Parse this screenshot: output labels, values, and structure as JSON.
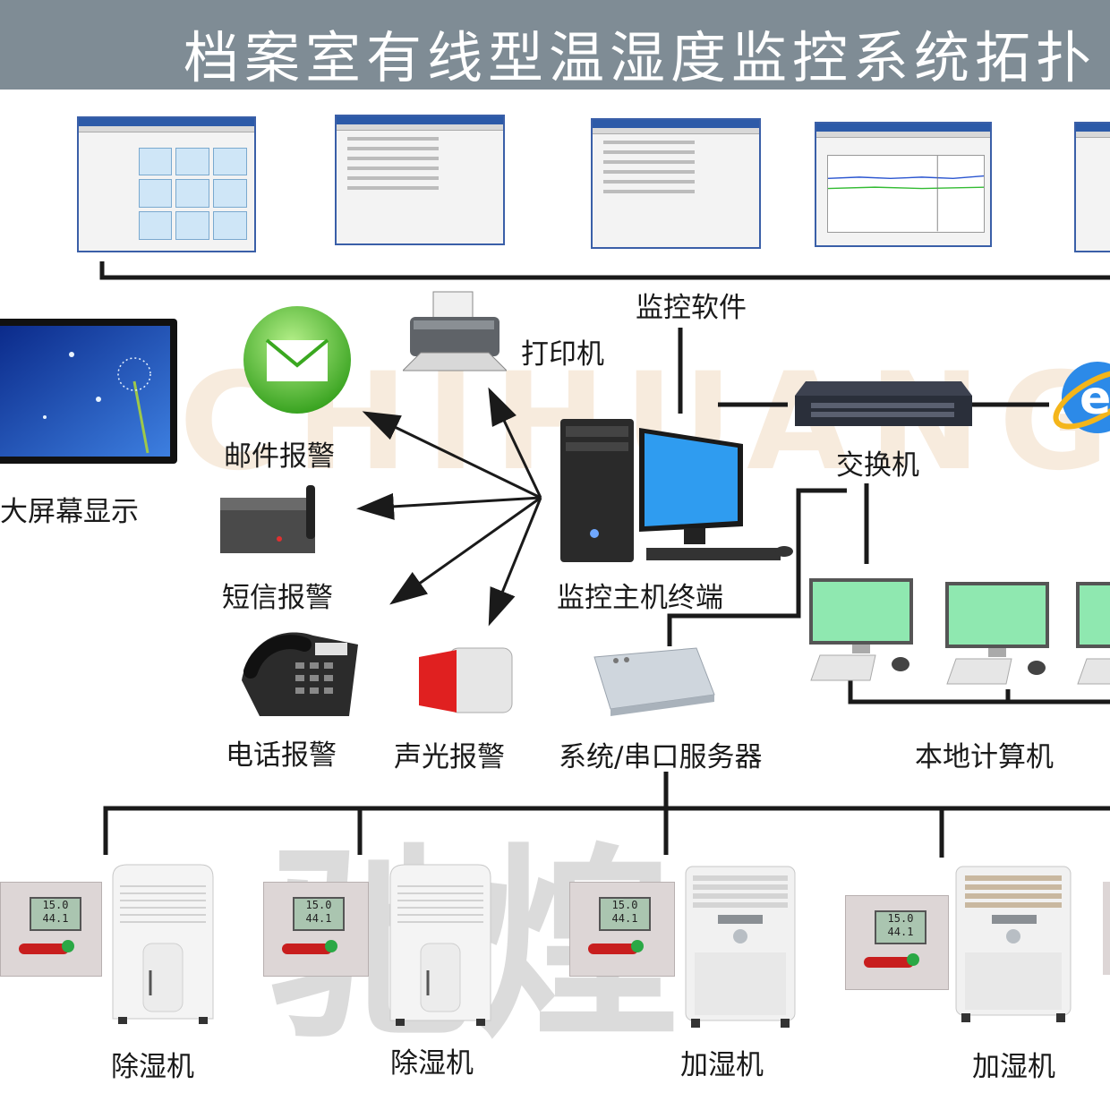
{
  "title": "档案室有线型温湿度监控系统拓扑",
  "watermark": {
    "latin": "CHIHUANG",
    "chinese": "驰煌"
  },
  "labels": {
    "monitor_software": "监控软件",
    "printer": "打印机",
    "email_alarm": "邮件报警",
    "big_screen": "大屏幕显示",
    "sms_alarm": "短信报警",
    "phone_alarm": "电话报警",
    "sound_light_alarm": "声光报警",
    "serial_server": "系统/串口服务器",
    "host_terminal": "监控主机终端",
    "switch": "交换机",
    "local_computers": "本地计算机",
    "dehumidifier_1": "除湿机",
    "dehumidifier_2": "除湿机",
    "humidifier_1": "加湿机",
    "humidifier_2": "加湿机"
  },
  "sensor_readings": {
    "temperature": "15.0",
    "humidity": "44.1"
  },
  "colors": {
    "title_bar": "#7f8c95",
    "line": "#1a1a1a",
    "screen_green": "#8fe8b0",
    "email_green": "#4cc52a",
    "alarm_red": "#e02020"
  }
}
